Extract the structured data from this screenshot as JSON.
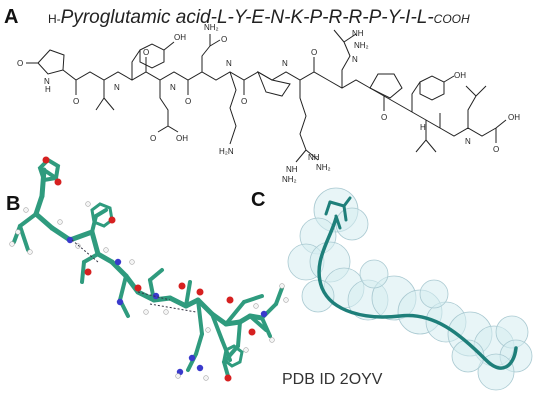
{
  "panels": {
    "a": {
      "letter": "A"
    },
    "b": {
      "letter": "B"
    },
    "c": {
      "letter": "C",
      "caption": "PDB ID 2OYV"
    }
  },
  "title": {
    "prefix": "H-",
    "sequence": "Pyroglutamic acid-L-Y-E-N-K-P-R-R-P-Y-I-L-",
    "suffix": "COOH"
  },
  "structure_labels": {
    "oxo": "O",
    "pyro_nh": "N",
    "pyro_h": "H",
    "amide_o": [
      "O",
      "O",
      "O",
      "O",
      "O",
      "O"
    ],
    "amide_nh": [
      "N",
      "N",
      "N",
      "N",
      "N"
    ],
    "oh_top": [
      "OH",
      "OH"
    ],
    "glu_acid": "OH",
    "glu_o": "O",
    "asn_nh2": "NH₂",
    "asn_o": "O",
    "lys_nh2": "H₂N",
    "arg1_nh": "NH",
    "arg1_nh2": "NH₂",
    "arg2_nh": "NH",
    "arg2_nh2": "NH₂",
    "arg_top_nh": "NH",
    "arg_top_nh2": "NH₂",
    "arg_top_n": "N",
    "c_term_oh": "OH",
    "c_term_o": "O",
    "h": "H"
  },
  "colors": {
    "backbone": "#2a8a78",
    "carbon": "#2f9b7e",
    "oxygen": "#d62020",
    "nitrogen": "#3a3acc",
    "hydrogen": "#e8e8e8",
    "surface": "#d6ecf0",
    "surface_stroke": "#a9c9d1",
    "ribbon": "#1e7f7a"
  }
}
